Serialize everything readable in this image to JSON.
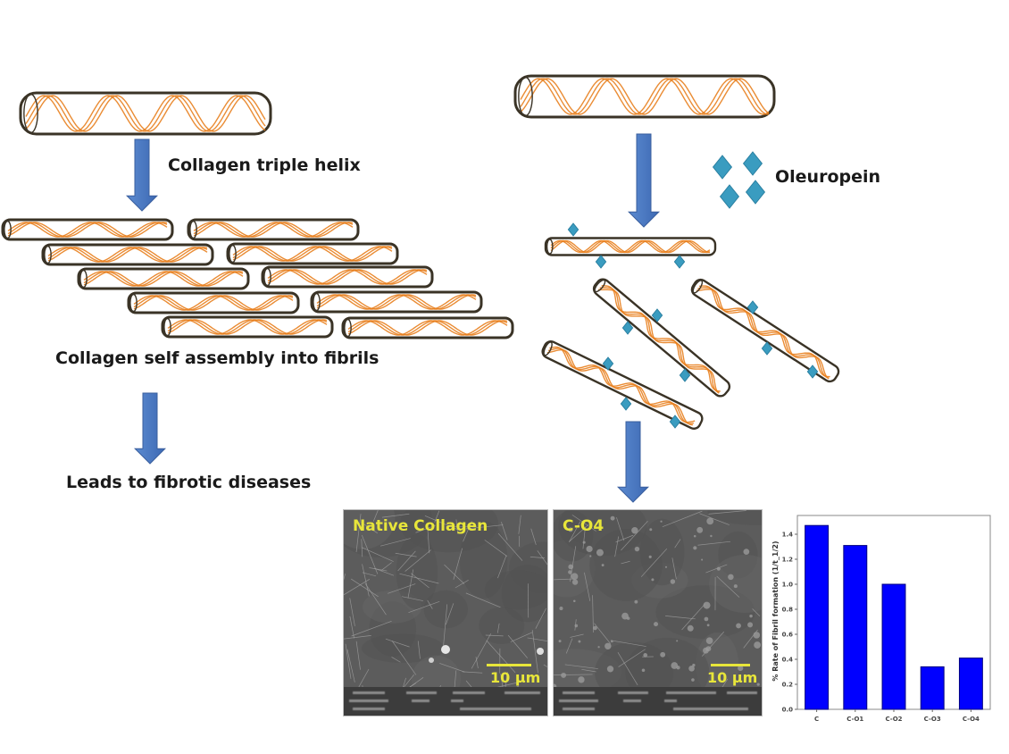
{
  "left_panel": {
    "helix_label": "Collagen triple helix",
    "assembly_label": "Collagen self assembly into fibrils",
    "disease_label": "Leads to fibrotic diseases"
  },
  "right_panel": {
    "inhibitor_label": "Oleuropein"
  },
  "micrographs": [
    {
      "title": "Native Collagen",
      "scale_label": "10 µm"
    },
    {
      "title": "C-O4",
      "scale_label": "10 µm"
    }
  ],
  "colors": {
    "helix_orange": "#e8801e",
    "rod_outline": "#3a3326",
    "arrow_blue": "#4a78c0",
    "oleuropein_teal": "#3a9cc0",
    "bar_blue": "#0000ff",
    "sem_label_yellow": "#e8e63a"
  },
  "chart_data": {
    "type": "bar",
    "title": "",
    "xlabel": "",
    "ylabel": "% Rate of Fibril formation (1/t_1/2)",
    "categories": [
      "C",
      "C-O1",
      "C-O2",
      "C-O3",
      "C-O4"
    ],
    "values": [
      1.47,
      1.31,
      1.0,
      0.34,
      0.41
    ],
    "ylim": [
      0,
      1.55
    ],
    "yticks": [
      0.0,
      0.2,
      0.4,
      0.6,
      0.8,
      1.0,
      1.2,
      1.4
    ],
    "ytick_labels": [
      "0.0",
      "0.2",
      "0.4",
      "0.6",
      "0.8",
      "1.0",
      "1.2",
      "1.4"
    ],
    "grid": false,
    "legend": "none"
  }
}
